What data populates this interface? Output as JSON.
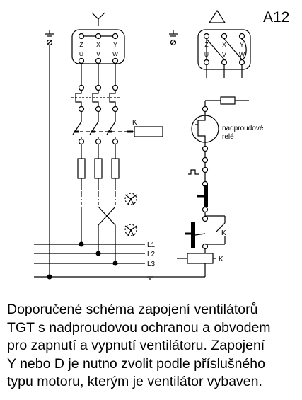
{
  "figure_code": "A12",
  "terminals_star": [
    "Z",
    "X",
    "Y",
    "U",
    "V",
    "W"
  ],
  "terminals_delta": [
    "Z",
    "X",
    "Y",
    "U",
    "V",
    "W"
  ],
  "contactor_label": "K",
  "relay_label_line1": "nadproudové",
  "relay_label_line2": "relé",
  "bus_labels": [
    "L1",
    "L2",
    "L3"
  ],
  "caption": [
    "Doporučené schéma zapojení ventilátorů",
    "TGT s nadproudovou ochranou a obvodem",
    "pro zapnutí a vypnutí ventilátoru. Zapojení",
    "Y nebo D je nutno zvolit podle příslušného",
    "typu motoru, kterým je ventilátor vybaven."
  ]
}
